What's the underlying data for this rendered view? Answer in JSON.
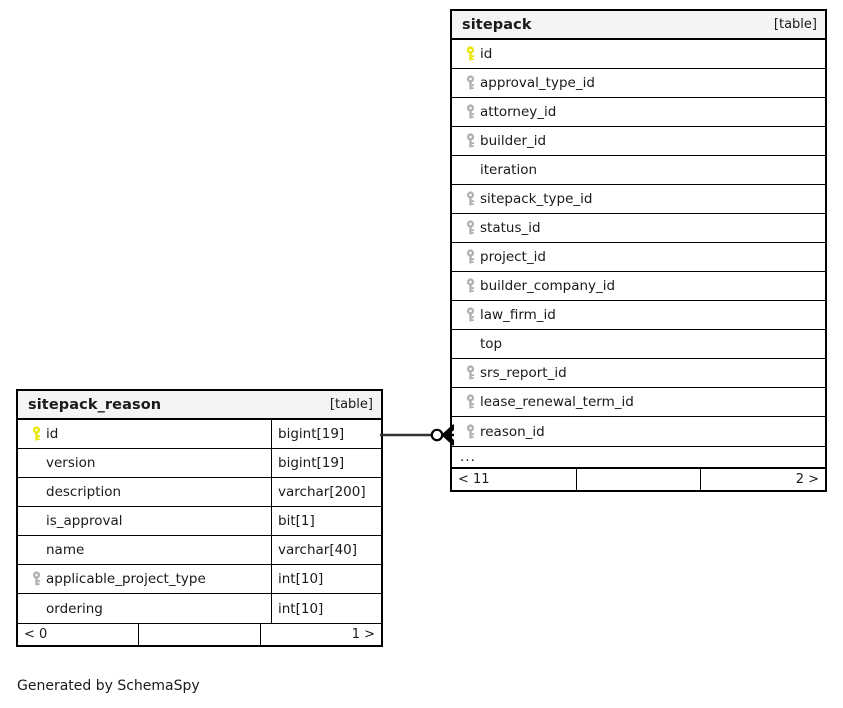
{
  "diagram": {
    "caption": "Generated by SchemaSpy",
    "relationship": {
      "name": "sitepack_reason-to-sitepack",
      "from_table": "sitepack_reason",
      "from_column": "id",
      "to_table": "sitepack",
      "to_column": "reason_id",
      "notation": "crows-foot",
      "from_cardinality": "one",
      "to_cardinality": "zero-or-many"
    },
    "colors": {
      "primary_key": "#e8e800",
      "foreign_key": "#b0b0b0",
      "border": "#000000",
      "header_background": "#f4f4f4",
      "text": "#1a1a1a"
    }
  },
  "tables": [
    {
      "name": "sitepack_reason",
      "kind": "[table]",
      "show_types": true,
      "columns": [
        {
          "name": "id",
          "type": "bigint[19]",
          "key": "primary"
        },
        {
          "name": "version",
          "type": "bigint[19]",
          "key": "none"
        },
        {
          "name": "description",
          "type": "varchar[200]",
          "key": "none"
        },
        {
          "name": "is_approval",
          "type": "bit[1]",
          "key": "none"
        },
        {
          "name": "name",
          "type": "varchar[40]",
          "key": "none"
        },
        {
          "name": "applicable_project_type",
          "type": "int[10]",
          "key": "foreign"
        },
        {
          "name": "ordering",
          "type": "int[10]",
          "key": "none"
        }
      ],
      "has_ellipsis": false,
      "footer": {
        "left": "< 0",
        "middle": "",
        "right": "1 >"
      }
    },
    {
      "name": "sitepack",
      "kind": "[table]",
      "show_types": false,
      "columns": [
        {
          "name": "id",
          "type": "",
          "key": "primary"
        },
        {
          "name": "approval_type_id",
          "type": "",
          "key": "foreign"
        },
        {
          "name": "attorney_id",
          "type": "",
          "key": "foreign"
        },
        {
          "name": "builder_id",
          "type": "",
          "key": "foreign"
        },
        {
          "name": "iteration",
          "type": "",
          "key": "none"
        },
        {
          "name": "sitepack_type_id",
          "type": "",
          "key": "foreign"
        },
        {
          "name": "status_id",
          "type": "",
          "key": "foreign"
        },
        {
          "name": "project_id",
          "type": "",
          "key": "foreign"
        },
        {
          "name": "builder_company_id",
          "type": "",
          "key": "foreign"
        },
        {
          "name": "law_firm_id",
          "type": "",
          "key": "foreign"
        },
        {
          "name": "top",
          "type": "",
          "key": "none"
        },
        {
          "name": "srs_report_id",
          "type": "",
          "key": "foreign"
        },
        {
          "name": "lease_renewal_term_id",
          "type": "",
          "key": "foreign"
        },
        {
          "name": "reason_id",
          "type": "",
          "key": "foreign"
        }
      ],
      "has_ellipsis": true,
      "ellipsis_text": "...",
      "footer": {
        "left": "< 11",
        "middle": "",
        "right": "2 >"
      }
    }
  ]
}
